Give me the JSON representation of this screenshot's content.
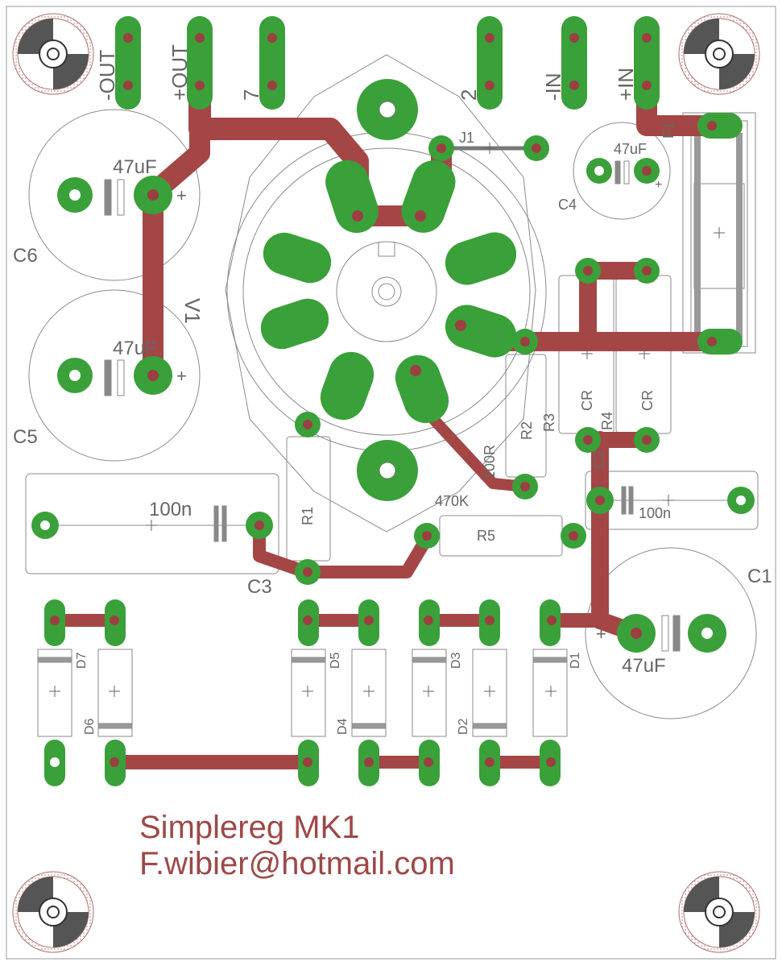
{
  "title_line1": "Simplereg MK1",
  "title_line2": "F.wibier@hotmail.com",
  "colors": {
    "copper": "#a44646",
    "pad": "#3aa03a",
    "outline": "#8a8a8a",
    "background": "#ffffff",
    "title": "#9e4848"
  },
  "connectors": {
    "minus_out": "-OUT",
    "plus_out": "+OUT",
    "seven": "7",
    "two": "2",
    "minus_in": "-IN",
    "plus_in": "+IN"
  },
  "components": {
    "c6": {
      "ref": "C6",
      "value": "47uF",
      "plus": "+"
    },
    "c5": {
      "ref": "C5",
      "value": "47uF",
      "plus": "+"
    },
    "c4": {
      "ref": "C4",
      "value": "47uF",
      "plus": "+"
    },
    "c1": {
      "ref": "C1",
      "value": "47uF",
      "plus": "+"
    },
    "c3": {
      "ref": "C3",
      "value": "100n"
    },
    "c2": {
      "ref": "C2",
      "value": "100n"
    },
    "v1": {
      "ref": "V1"
    },
    "j1": {
      "ref": "J1"
    },
    "f1": {
      "ref": "F1"
    },
    "r1": {
      "ref": "R1"
    },
    "r2": {
      "ref": "R2"
    },
    "r3": {
      "ref": "R3",
      "value": "100R"
    },
    "r4": {
      "ref": "R4"
    },
    "r5": {
      "ref": "R5",
      "value": "470K"
    },
    "cr_left": {
      "ref": "CR"
    },
    "cr_right": {
      "ref": "CR"
    },
    "diodes": [
      "D1",
      "D2",
      "D3",
      "D4",
      "D5",
      "D6",
      "D7"
    ]
  }
}
